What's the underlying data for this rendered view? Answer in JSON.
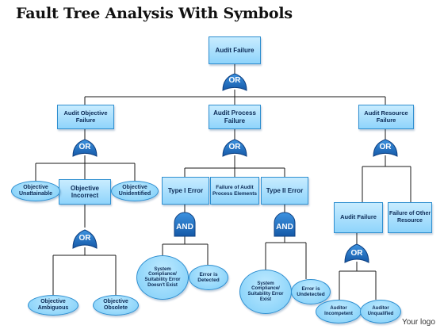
{
  "title": "Fault Tree Analysis With Symbols",
  "footer": "Your logo",
  "nodes": {
    "audit_failure_top": "Audit Failure",
    "audit_objective_failure": "Audit Objective Failure",
    "audit_process_failure": "Audit Process Failure",
    "audit_resource_failure": "Audit Resource Failure",
    "objective_unattainable": "Objective Unattainable",
    "objective_incorrect": "Objective Incorrect",
    "objective_unidentified": "Objective Unidentified",
    "objective_ambiguous": "Objective Ambiguous",
    "objective_obsolete": "Objective Obsolete",
    "type_i_error": "Type I Error",
    "failure_of_audit_process_elements": "Failure of Audit Process Elements",
    "type_ii_error": "Type II Error",
    "system_compliance_not_exist": "System Compliance/ Suitability Error Doesn't Exist",
    "error_is_detected": "Error is Detected",
    "system_compliance_exist": "System Compliance/ Suitability Error Exist",
    "error_is_undetected": "Error is Undetected",
    "audit_failure_resource": "Audit Failure",
    "failure_of_other_resource": "Failure of Other Resource",
    "auditor_incompetent": "Auditor Incompetent",
    "auditor_unqualified": "Auditor Unqualified"
  },
  "gates": {
    "or_top": "OR",
    "or_objective": "OR",
    "or_process": "OR",
    "or_resource": "OR",
    "or_incorrect": "OR",
    "and_type1": "AND",
    "and_type2": "AND",
    "or_auditor": "OR"
  },
  "colors": {
    "box_fill": "#8fd4fb",
    "box_border": "#2f8fd0",
    "gate_fill": "#1f6fc0",
    "line": "#1a1a1a"
  }
}
